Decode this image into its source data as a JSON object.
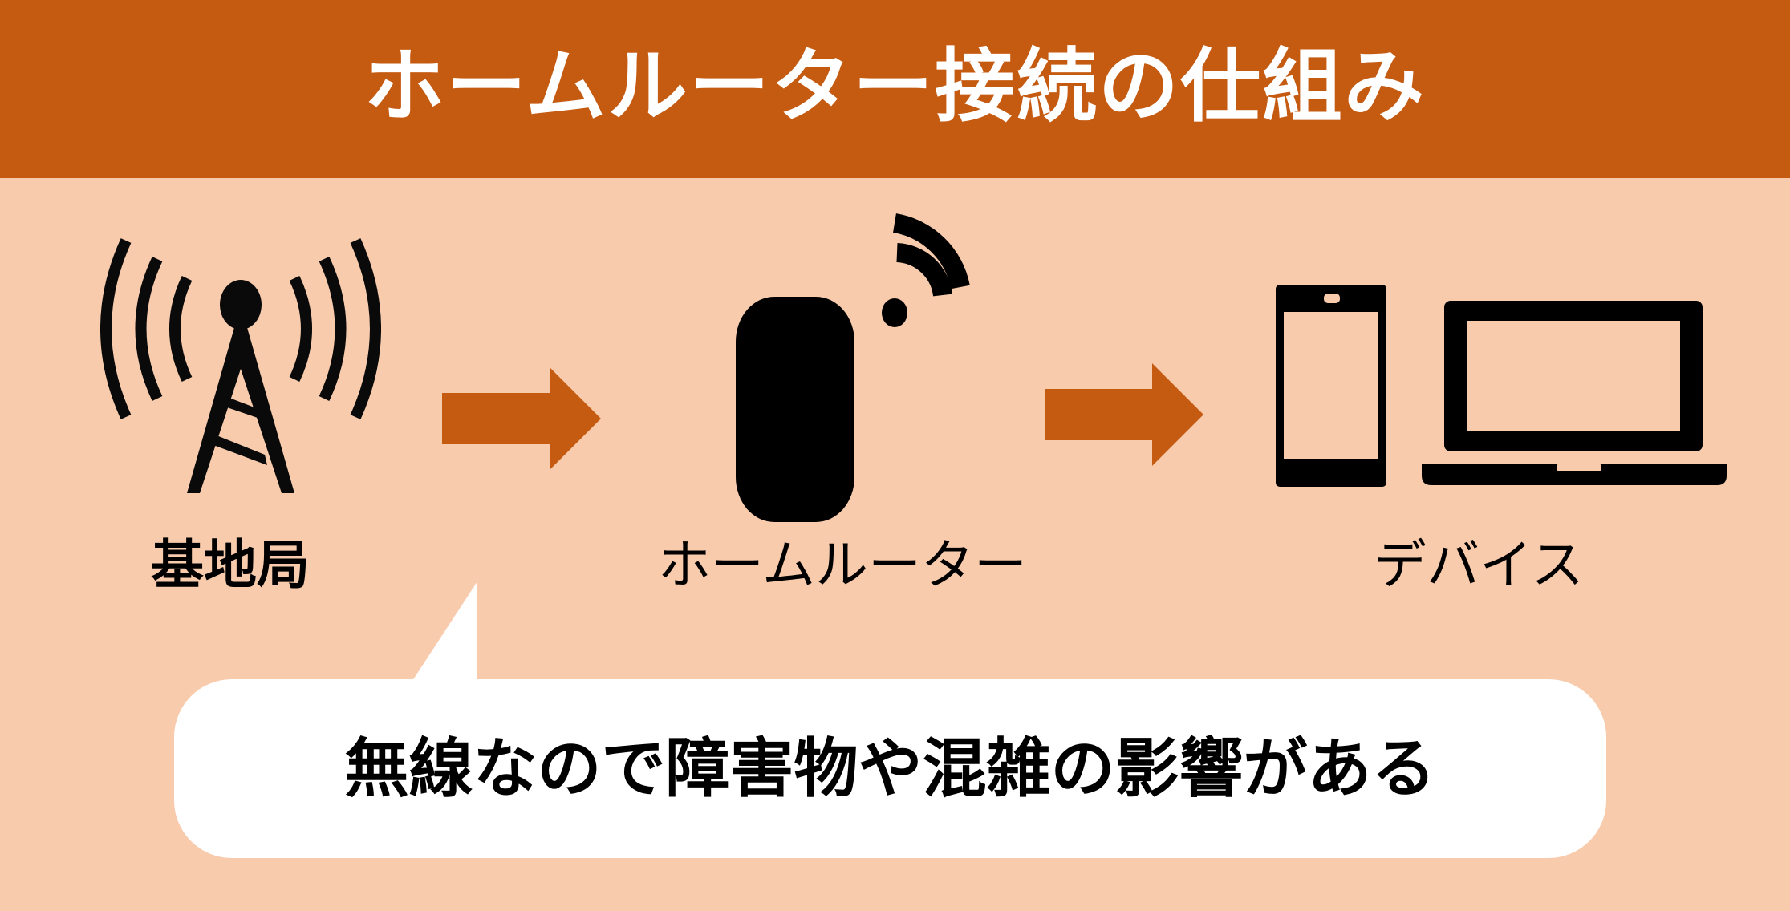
{
  "header": {
    "title": "ホームルーター接続の仕組み",
    "background_color": "#C55A11",
    "text_color": "#FFFFFF"
  },
  "background_color": "#F8CBAD",
  "arrow_color": "#C55A11",
  "flow": [
    {
      "label": "基地局",
      "icon": "cell-tower-icon"
    },
    {
      "label": "ホームルーター",
      "icon": "home-router-icon",
      "signal": "wifi-signal-icon"
    },
    {
      "label": "デバイス",
      "icons": [
        "smartphone-icon",
        "laptop-icon"
      ]
    }
  ],
  "callout": {
    "text": "無線なので障害物や混雑の影響がある",
    "points_to": "基地局 → ホームルーター"
  }
}
